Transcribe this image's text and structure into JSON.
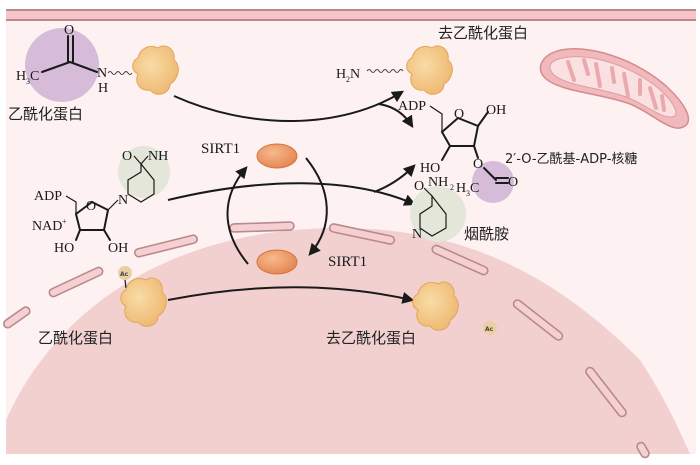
{
  "title": "SIRT1 deacetylation mechanism diagram",
  "colors": {
    "background": "#fdf1f1",
    "top_membrane_fill": "#f7c5c8",
    "top_membrane_stroke": "#b98a8c",
    "nucleus_fill": "#f2d0d0",
    "nucleus_membrane_fill": "#f6cfd2",
    "protein_fill": "#f3c987",
    "sirt1_fill": "#ec9865",
    "acetyl_circle": "#d6bcd8",
    "nicotinamide_circle": "#e3e6d9",
    "mitochondrion_fill": "#f1b9bb",
    "ac_badge": "#e9cfa2"
  },
  "labels": {
    "acetylated_protein_top": "乙酰化蛋白",
    "deacetylated_protein_top": "去乙酰化蛋白",
    "sirt1_cytoplasm": "SIRT1",
    "sirt1_nucleus": "SIRT1",
    "acetyl_adp_ribose": "2′-O-乙酰基-ADP-核糖",
    "nicotinamide": "烟酰胺",
    "acetylated_protein_nucleus": "乙酰化蛋白",
    "deacetylated_protein_nucleus": "去乙酰化蛋白",
    "ac_badge": "Ac"
  },
  "chem": {
    "h3c": "H",
    "h3c_sub": "3",
    "h3c_c": "C",
    "carbonyl_o": "O",
    "amide_n": "N",
    "amide_h": "H",
    "h2n_h": "H",
    "h2n_sub": "2",
    "h2n_n": "N",
    "adp": "ADP",
    "oh": "OH",
    "ho": "HO",
    "ring_o": "O",
    "ester_o": "O",
    "acetyl_o": "O",
    "acetyl_h3c": "H",
    "acetyl_h3c_sub": "3",
    "acetyl_c": "C",
    "nad": "NAD",
    "nad_plus": "+",
    "nam_o": "O",
    "nam_nh": "NH",
    "nam_nh2": "NH",
    "nam_nh2_sub": "2",
    "pyridine_n": "N"
  }
}
